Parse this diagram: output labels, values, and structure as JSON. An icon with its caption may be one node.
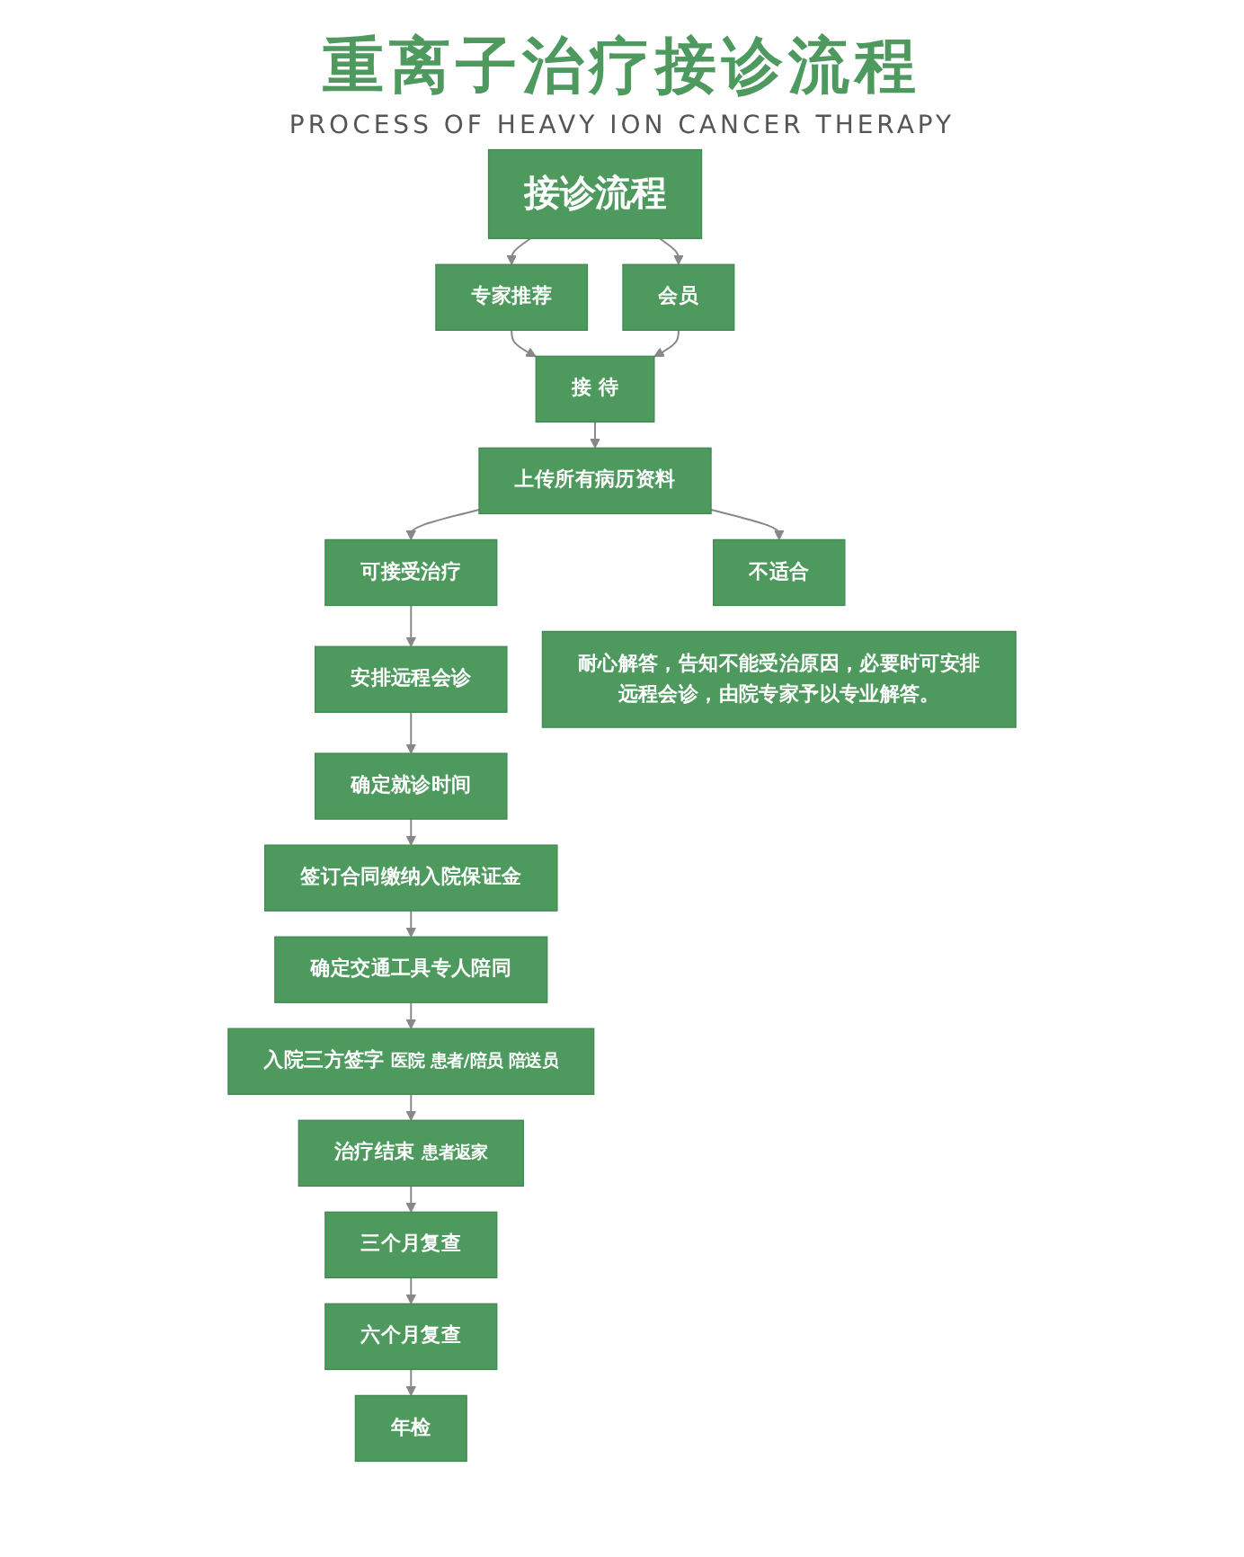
{
  "diagram": {
    "title": "重离子治疗接诊流程",
    "nodes": [
      {
        "text": [
          "接诊流程"
        ]
      },
      {
        "text": [
          "专家推荐"
        ]
      },
      {
        "text": [
          "会员"
        ]
      },
      {
        "text": [
          "接 待"
        ]
      },
      {
        "text": [
          "上传所有病历资料"
        ]
      },
      {
        "text": [
          "可接受治疗"
        ]
      },
      {
        "text": [
          "不适合"
        ]
      },
      {
        "text": [
          "安排远程会诊"
        ]
      },
      {
        "text": [
          "耐心解答，告知不能受治原因，必要时可安排远程会诊，由院专家予以专业解答。"
        ]
      },
      {
        "text": [
          "确定就诊时间"
        ]
      },
      {
        "text": [
          "签订合同缴纳入院保证金"
        ]
      },
      {
        "text": [
          "确定交通工具专人陪同"
        ]
      },
      {
        "text": [
          "入院三方签字",
          "医院 患者/陪员 陪送员"
        ]
      },
      {
        "text": [
          "治疗结束",
          "患者返家"
        ]
      },
      {
        "text": [
          "三个月复查"
        ]
      },
      {
        "text": [
          "六个月复查"
        ]
      },
      {
        "text": [
          "年检"
        ]
      }
    ],
    "edges": [
      {
        "from": 0,
        "to": 1,
        "arrow": "to"
      },
      {
        "from": 0,
        "to": 2,
        "arrow": "to"
      },
      {
        "from": 1,
        "to": 3,
        "arrow": "to"
      },
      {
        "from": 2,
        "to": 3,
        "arrow": "to"
      },
      {
        "from": 3,
        "to": 4,
        "arrow": "to"
      },
      {
        "from": 4,
        "to": 5,
        "arrow": "to"
      },
      {
        "from": 4,
        "to": 6,
        "arrow": "to"
      },
      {
        "from": 5,
        "to": 7,
        "arrow": "to"
      },
      {
        "from": 7,
        "to": 9,
        "arrow": "to"
      },
      {
        "from": 9,
        "to": 10,
        "arrow": "to"
      },
      {
        "from": 10,
        "to": 11,
        "arrow": "to"
      },
      {
        "from": 11,
        "to": 12,
        "arrow": "to"
      },
      {
        "from": 12,
        "to": 13,
        "arrow": "to"
      },
      {
        "from": 13,
        "to": 14,
        "arrow": "to"
      },
      {
        "from": 14,
        "to": 15,
        "arrow": "to"
      },
      {
        "from": 15,
        "to": 16,
        "arrow": "to"
      }
    ],
    "labels": [
      "PROCESS OF HEAVY ION CANCER THERAPY"
    ]
  }
}
